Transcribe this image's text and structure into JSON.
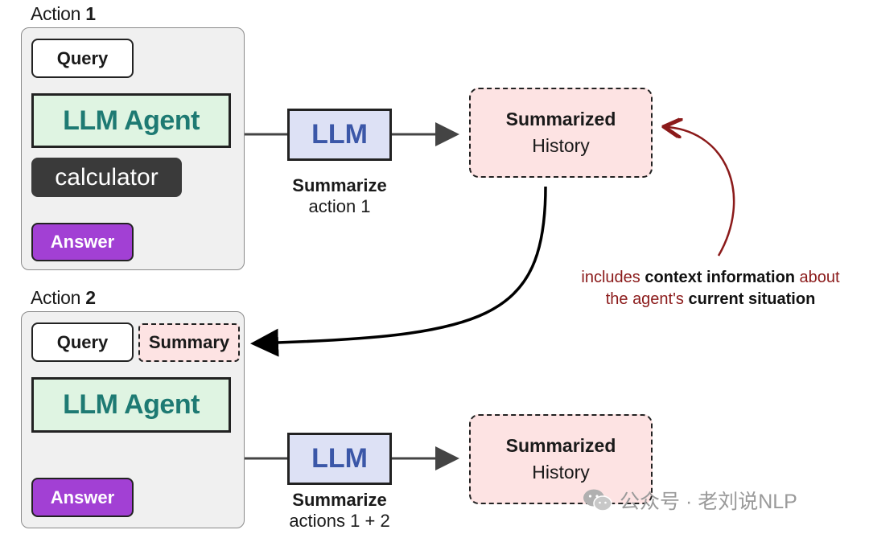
{
  "action1": {
    "label_prefix": "Action",
    "label_number": "1",
    "query": "Query",
    "agent": "LLM Agent",
    "tool": "calculator",
    "answer": "Answer"
  },
  "action2": {
    "label_prefix": "Action",
    "label_number": "2",
    "query": "Query",
    "summary": "Summary",
    "agent": "LLM Agent",
    "answer": "Answer"
  },
  "summarizer1": {
    "llm": "LLM",
    "caption_bold": "Summarize",
    "caption": "action 1"
  },
  "summarizer2": {
    "llm": "LLM",
    "caption_bold": "Summarize",
    "caption": "actions 1 + 2"
  },
  "history1": {
    "title": "Summarized",
    "subtitle": "History"
  },
  "history2": {
    "title": "Summarized",
    "subtitle": "History"
  },
  "annotation": {
    "part1": "includes ",
    "part2": "context information",
    "part3": " about",
    "part4": "the agent's ",
    "part5": "current situation"
  },
  "watermark": "公众号 · 老刘说NLP",
  "colors": {
    "agent_fill": "#dff4e2",
    "agent_text": "#1e7a73",
    "llm_fill": "#dde1f5",
    "llm_text": "#3b57a8",
    "answer_fill": "#a240d4",
    "history_fill": "#fde3e3",
    "annotation_arrow": "#8b1a1a"
  }
}
